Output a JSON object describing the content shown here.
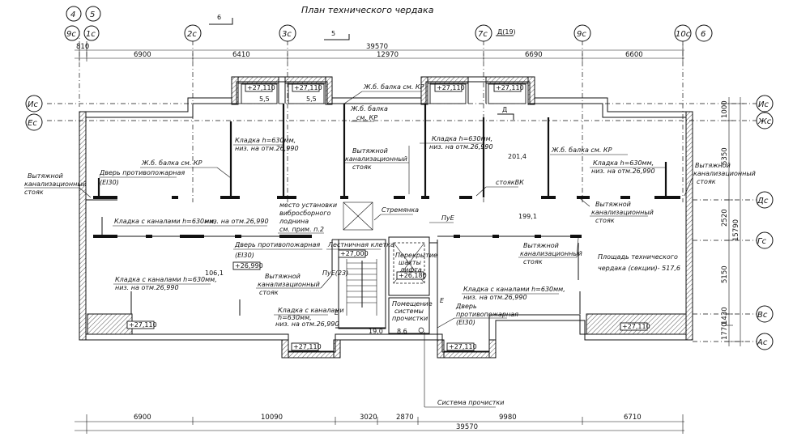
{
  "title": "План технического чердака",
  "axes_top": [
    {
      "name": "axis-4",
      "label": "4"
    },
    {
      "name": "axis-5",
      "label": "5"
    },
    {
      "name": "axis-9c-left",
      "label": "9с"
    },
    {
      "name": "axis-1c",
      "label": "1с"
    },
    {
      "name": "axis-2c",
      "label": "2с"
    },
    {
      "name": "axis-3c",
      "label": "3с"
    },
    {
      "name": "axis-7c",
      "label": "7с"
    },
    {
      "name": "axis-9c",
      "label": "9с"
    },
    {
      "name": "axis-10c",
      "label": "10с"
    },
    {
      "name": "axis-6",
      "label": "6"
    }
  ],
  "axes_left": [
    "Ис",
    "Ес"
  ],
  "axes_right": [
    "Ис",
    "Жс",
    "Дс",
    "Гс",
    "Вс",
    "Ас"
  ],
  "top_dims": {
    "total": "39570",
    "offset": "810",
    "segments": [
      "6900",
      "6410",
      "12970",
      "6690",
      "6600"
    ]
  },
  "bottom_dims": {
    "total": "39570",
    "segments": [
      "6900",
      "10090",
      "3020",
      "2870",
      "9980",
      "6710"
    ]
  },
  "right_dims": {
    "total": "15790",
    "segments": [
      "1000",
      "5350",
      "2520",
      "5150",
      "1430",
      "1770"
    ]
  },
  "section_marks": {
    "s6": "6",
    "s5": "5",
    "d19": "Д(19)",
    "d": "Д"
  },
  "rooms": {
    "r1": "106,1",
    "r2": "201,4",
    "r3": "199,1",
    "r4": "19,0",
    "r5": "8,6",
    "r6": "5,5",
    "r7": "5,5"
  },
  "levels": {
    "lv1": "+27,110",
    "lv2": "+27,110",
    "lv3": "+27,110",
    "lv4": "+27,110",
    "lv5": "+27,110",
    "lv6": "+27,110",
    "lv7": "+27,110",
    "lv8": "+27,110",
    "lv9": "+26,990",
    "lv10": "+27,000",
    "lv11": "+26,180"
  },
  "labels": {
    "vent_left_1": "Вытяжной",
    "vent_left_2": "канализационный",
    "vent_left_3": "стояк",
    "door1_1": "Дверь противопожарная",
    "door1_2": "(EI30)",
    "beam1": "Ж.б. балка см. КР",
    "beam2": "Ж.б. балка см. КР",
    "beam3_1": "Ж.б. балка",
    "beam3_2": "см. КР",
    "beam4": "Ж.б. балка см. КР",
    "klad1_1": "Кладка h=630мм,",
    "klad1_2": "низ. на отм.26,990",
    "klad2_1": "Кладка  h=630мм,",
    "klad2_2": "низ. на отм.26,990",
    "klad3_1": "Кладка  h=630мм,",
    "klad3_2": "низ. на отм.26,990",
    "klad_ch1": "Кладка с каналами  h=630мм,",
    "klad_ch1b": "низ. на отм.26,990",
    "klad_ch2_1": "Кладка с каналами h=630мм,",
    "klad_ch2_2": "низ. на отм.26,990",
    "klad_ch3_1": "Кладка с каналами h=630мм,",
    "klad_ch3_2": "низ. на отм.26,990",
    "klad_ch4_1": "Кладка с каналами",
    "klad_ch4_2": "h=630мм,",
    "klad_ch4_3": "низ. на отм.26,990",
    "vent2_1": "Вытяжной",
    "vent2_2": "канализационный",
    "vent2_3": "стояк",
    "vent3_1": "Вытяжной",
    "vent3_2": "канализационный",
    "vent3_3": "стояк",
    "vent4_1": "Вытяжной",
    "vent4_2": "канализационный",
    "vent4_3": "стояк",
    "vent5_1": "Вытяжной",
    "vent5_2": "канализационный",
    "vent5_3": "стояк",
    "vent6_1": "Вытяжной",
    "vent6_2": "канализационный",
    "vent6_3": "стояк",
    "place_1": "место установки",
    "place_2": "вибросборного",
    "place_3": "лоднина",
    "place_4": "см. прим. п.2",
    "door2_1": "Дверь противопожарная",
    "door2_2": "(EI30)",
    "door3_1": "Дверь",
    "door3_2": "противопожарная",
    "door3_3": "(EI30)",
    "stair": "Лестничная клетка",
    "ladder": "Стремянка",
    "pue": "ПуЕ",
    "pue23": "ПуЕ(23)",
    "stoyak_vk": "стоякВК",
    "cover_1": "Перекрытие",
    "cover_2": "шахты",
    "cover_3": "лифта",
    "room_clean_1": "Помещение",
    "room_clean_2": "системы",
    "room_clean_3": "прочистки",
    "system_clean": "Система прочистки",
    "area_1": "Площадь  технического",
    "area_2": "чердака  (секции)- 517,6",
    "e1": "Е",
    "e2": "Е"
  }
}
